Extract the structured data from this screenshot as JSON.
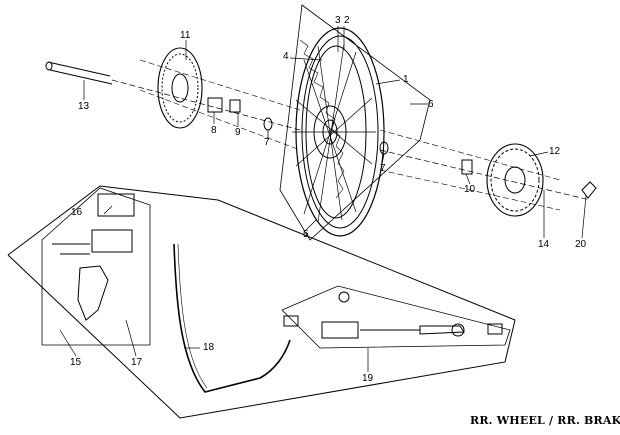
{
  "diagram": {
    "caption": "RR. WHEEL / RR. BRAKE",
    "callouts": [
      {
        "id": "c1",
        "text": "1"
      },
      {
        "id": "c2",
        "text": "2"
      },
      {
        "id": "c3",
        "text": "3"
      },
      {
        "id": "c4",
        "text": "4"
      },
      {
        "id": "c5",
        "text": "5"
      },
      {
        "id": "c6",
        "text": "6"
      },
      {
        "id": "c7a",
        "text": "7"
      },
      {
        "id": "c7b",
        "text": "7"
      },
      {
        "id": "c8",
        "text": "8"
      },
      {
        "id": "c9",
        "text": "9"
      },
      {
        "id": "c10",
        "text": "10"
      },
      {
        "id": "c11",
        "text": "11"
      },
      {
        "id": "c12",
        "text": "12"
      },
      {
        "id": "c13",
        "text": "13"
      },
      {
        "id": "c14",
        "text": "14"
      },
      {
        "id": "c15",
        "text": "15"
      },
      {
        "id": "c16",
        "text": "16"
      },
      {
        "id": "c17",
        "text": "17"
      },
      {
        "id": "c18",
        "text": "18"
      },
      {
        "id": "c19",
        "text": "19"
      },
      {
        "id": "c20",
        "text": "20"
      }
    ]
  }
}
